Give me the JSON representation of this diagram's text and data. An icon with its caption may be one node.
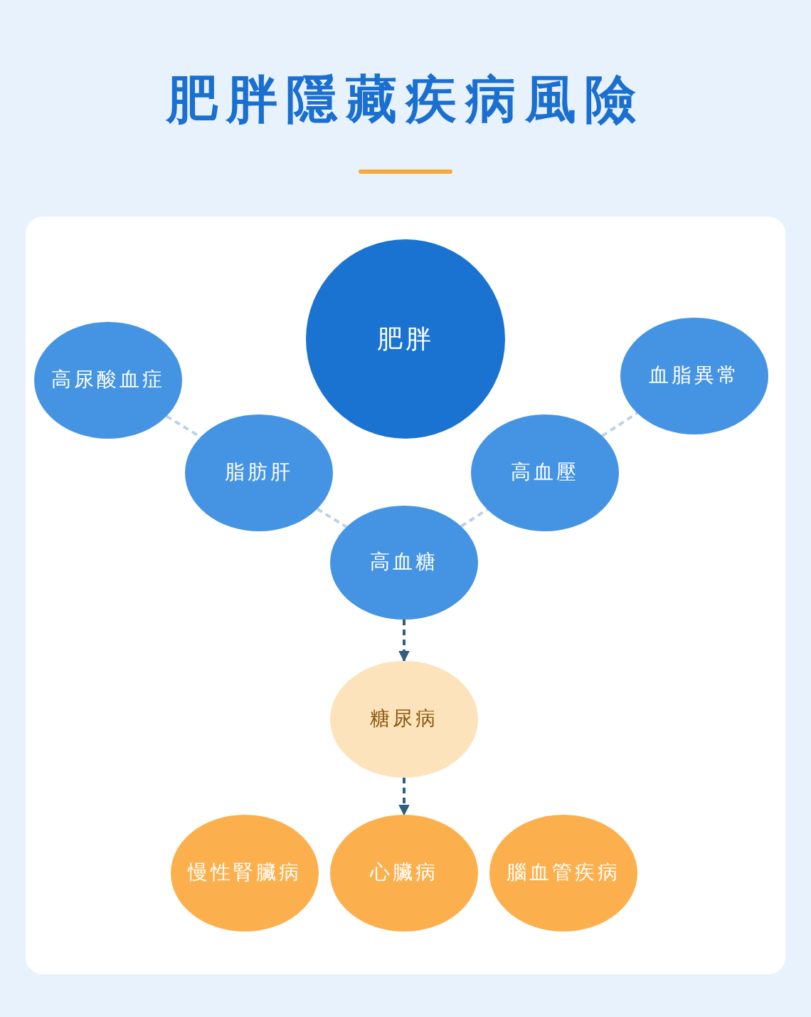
{
  "diagram": {
    "title": "肥胖隱藏疾病風險",
    "nodes": [
      {
        "text": [
          "肥胖"
        ]
      },
      {
        "text": [
          "高尿酸血症"
        ]
      },
      {
        "text": [
          "血脂異常"
        ]
      },
      {
        "text": [
          "脂肪肝"
        ]
      },
      {
        "text": [
          "高血壓"
        ]
      },
      {
        "text": [
          "高血糖"
        ]
      },
      {
        "text": [
          "糖尿病"
        ]
      },
      {
        "text": [
          "慢性腎臟病"
        ]
      },
      {
        "text": [
          "心臟病"
        ]
      },
      {
        "text": [
          "腦血管疾病"
        ]
      }
    ],
    "edges": [
      {
        "from": 1,
        "to": 3,
        "arrow": "none",
        "style": "dashed"
      },
      {
        "from": 3,
        "to": 5,
        "arrow": "none",
        "style": "dashed"
      },
      {
        "from": 5,
        "to": 4,
        "arrow": "none",
        "style": "dashed"
      },
      {
        "from": 4,
        "to": 2,
        "arrow": "none",
        "style": "dashed"
      },
      {
        "from": 5,
        "to": 6,
        "arrow": "to",
        "style": "dashed",
        "color": "#2f5f80"
      },
      {
        "from": 6,
        "to": 8,
        "arrow": "to",
        "style": "dashed",
        "color": "#2f5f80"
      }
    ]
  }
}
